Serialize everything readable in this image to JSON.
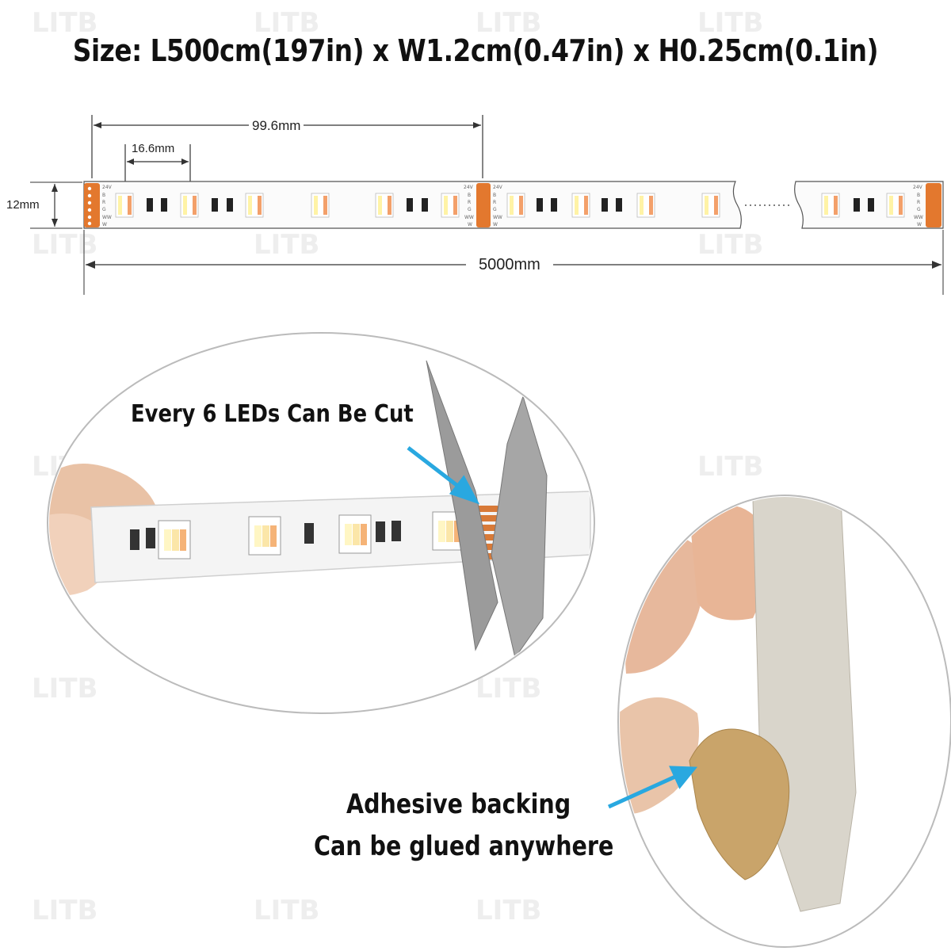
{
  "title": "Size: L500cm(197in) x W1.2cm(0.47in) x H0.25cm(0.1in)",
  "dimensions": {
    "segment_length": "99.6mm",
    "led_pitch": "16.6mm",
    "width": "12mm",
    "total_length": "5000mm"
  },
  "pad_labels": [
    "24V",
    "B",
    "R",
    "G",
    "WW",
    "W"
  ],
  "cut_callout": "Every 6 LEDs Can Be Cut",
  "adhesive_callout": {
    "line1": "Adhesive backing",
    "line2": "Can be glued anywhere"
  },
  "watermark": "LITB",
  "colors": {
    "copper_pad": "#e3782e",
    "arrow": "#29a8e0",
    "strip": "#f7f7f7",
    "tape": "#c9a46a"
  }
}
